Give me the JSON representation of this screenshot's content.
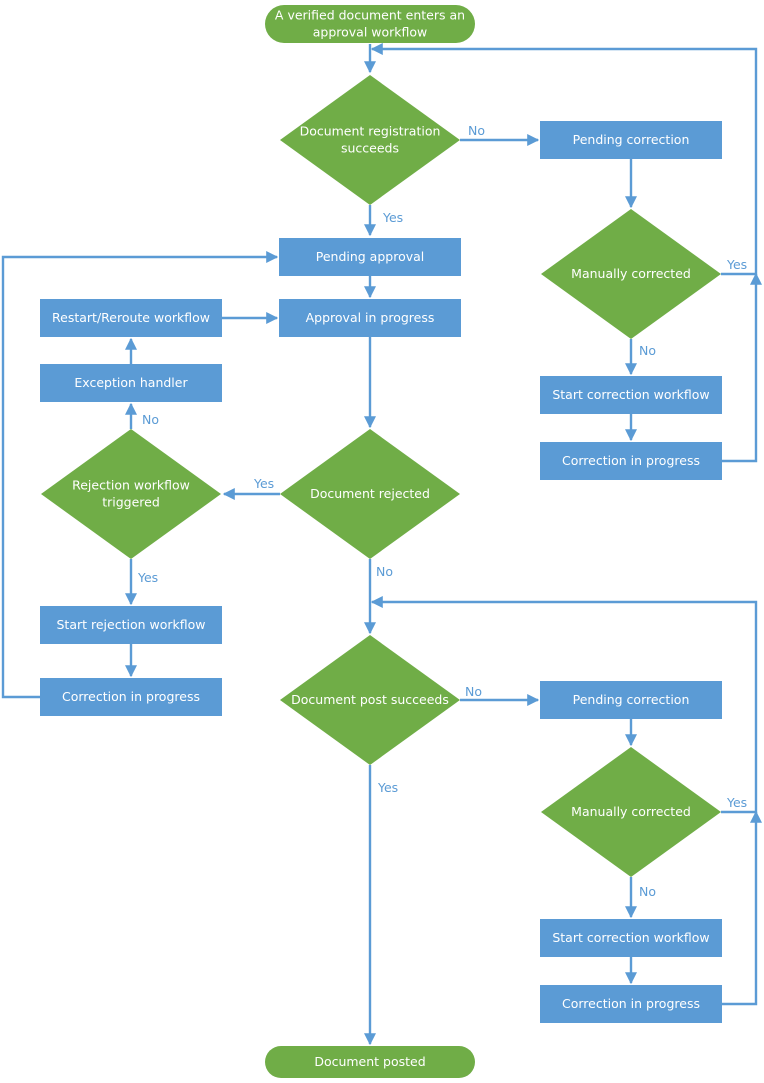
{
  "colors": {
    "process": "#5b9bd5",
    "decision": "#70ad47",
    "terminal": "#70ad47",
    "edge": "#5b9bd5",
    "text": "#ffffff"
  },
  "nodes": {
    "start": {
      "type": "terminal",
      "lines": [
        "A verified document enters an",
        "approval workflow"
      ]
    },
    "reg_decision": {
      "type": "decision",
      "lines": [
        "Document registration",
        "succeeds"
      ]
    },
    "pending_correction_1": {
      "type": "process",
      "lines": [
        "Pending correction"
      ]
    },
    "manual_corrected_1": {
      "type": "decision",
      "lines": [
        "Manually corrected"
      ]
    },
    "start_corr_wf_1": {
      "type": "process",
      "lines": [
        "Start correction workflow"
      ]
    },
    "corr_progress_1": {
      "type": "process",
      "lines": [
        "Correction in progress"
      ]
    },
    "pending_approval": {
      "type": "process",
      "lines": [
        "Pending approval"
      ]
    },
    "approval_progress": {
      "type": "process",
      "lines": [
        "Approval in progress"
      ]
    },
    "restart_reroute": {
      "type": "process",
      "lines": [
        "Restart/Reroute workflow"
      ]
    },
    "exception_handler": {
      "type": "process",
      "lines": [
        "Exception handler"
      ]
    },
    "rejection_triggered": {
      "type": "decision",
      "lines": [
        "Rejection workflow",
        "triggered"
      ]
    },
    "doc_rejected": {
      "type": "decision",
      "lines": [
        "Document rejected"
      ]
    },
    "start_rejection_wf": {
      "type": "process",
      "lines": [
        "Start rejection workflow"
      ]
    },
    "corr_progress_left": {
      "type": "process",
      "lines": [
        "Correction in progress"
      ]
    },
    "post_decision": {
      "type": "decision",
      "lines": [
        "Document post succeeds"
      ]
    },
    "pending_correction_2": {
      "type": "process",
      "lines": [
        "Pending correction"
      ]
    },
    "manual_corrected_2": {
      "type": "decision",
      "lines": [
        "Manually corrected"
      ]
    },
    "start_corr_wf_2": {
      "type": "process",
      "lines": [
        "Start correction workflow"
      ]
    },
    "corr_progress_2": {
      "type": "process",
      "lines": [
        "Correction in progress"
      ]
    },
    "end": {
      "type": "terminal",
      "lines": [
        "Document posted"
      ]
    }
  },
  "edge_labels": {
    "reg_no": "No",
    "reg_yes": "Yes",
    "manual1_yes": "Yes",
    "manual1_no": "No",
    "rejected_yes": "Yes",
    "rejected_no": "No",
    "trigger_no": "No",
    "trigger_yes": "Yes",
    "post_no": "No",
    "post_yes": "Yes",
    "manual2_yes": "Yes",
    "manual2_no": "No"
  }
}
